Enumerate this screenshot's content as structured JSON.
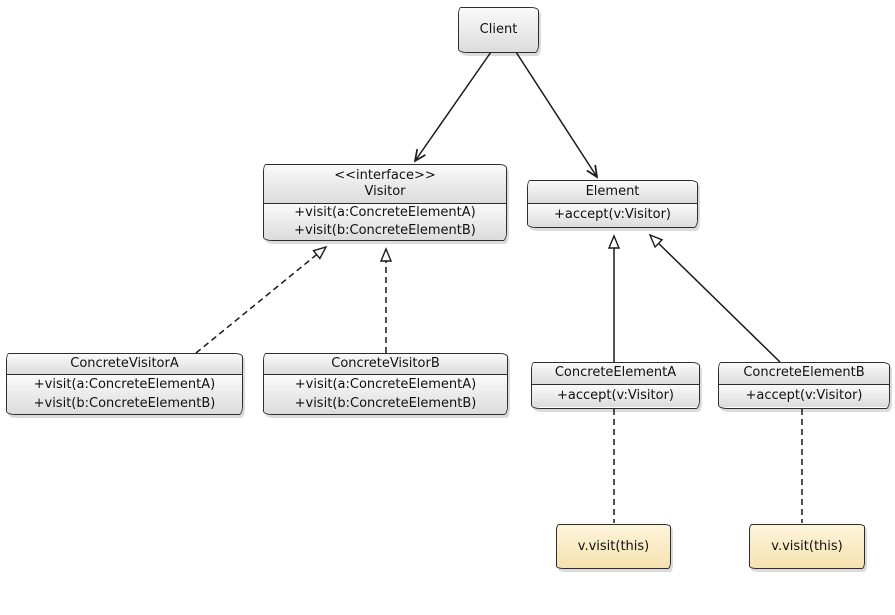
{
  "diagram": {
    "nodes": {
      "client": {
        "name": "Client"
      },
      "visitor": {
        "stereotype": "<<interface>>",
        "name": "Visitor",
        "methods": [
          "+visit(a:ConcreteElementA)",
          "+visit(b:ConcreteElementB)"
        ]
      },
      "element": {
        "name": "Element",
        "methods": [
          "+accept(v:Visitor)"
        ]
      },
      "concrete_visitor_a": {
        "name": "ConcreteVisitorA",
        "methods": [
          "+visit(a:ConcreteElementA)",
          "+visit(b:ConcreteElementB)"
        ]
      },
      "concrete_visitor_b": {
        "name": "ConcreteVisitorB",
        "methods": [
          "+visit(a:ConcreteElementA)",
          "+visit(b:ConcreteElementB)"
        ]
      },
      "concrete_element_a": {
        "name": "ConcreteElementA",
        "methods": [
          "+accept(v:Visitor)"
        ]
      },
      "concrete_element_b": {
        "name": "ConcreteElementB",
        "methods": [
          "+accept(v:Visitor)"
        ]
      }
    },
    "notes": {
      "note_a": {
        "text": "v.visit(this)"
      },
      "note_b": {
        "text": "v.visit(this)"
      }
    },
    "colors": {
      "background": "#ffffff",
      "node_border": "#2d2d2d",
      "node_fill_top": "#fafafa",
      "node_fill_bottom": "#dcdcdc",
      "note_fill_top": "#fdf4dc",
      "note_fill_bottom": "#f5e2ae",
      "connector": "#1a1a1a"
    }
  }
}
